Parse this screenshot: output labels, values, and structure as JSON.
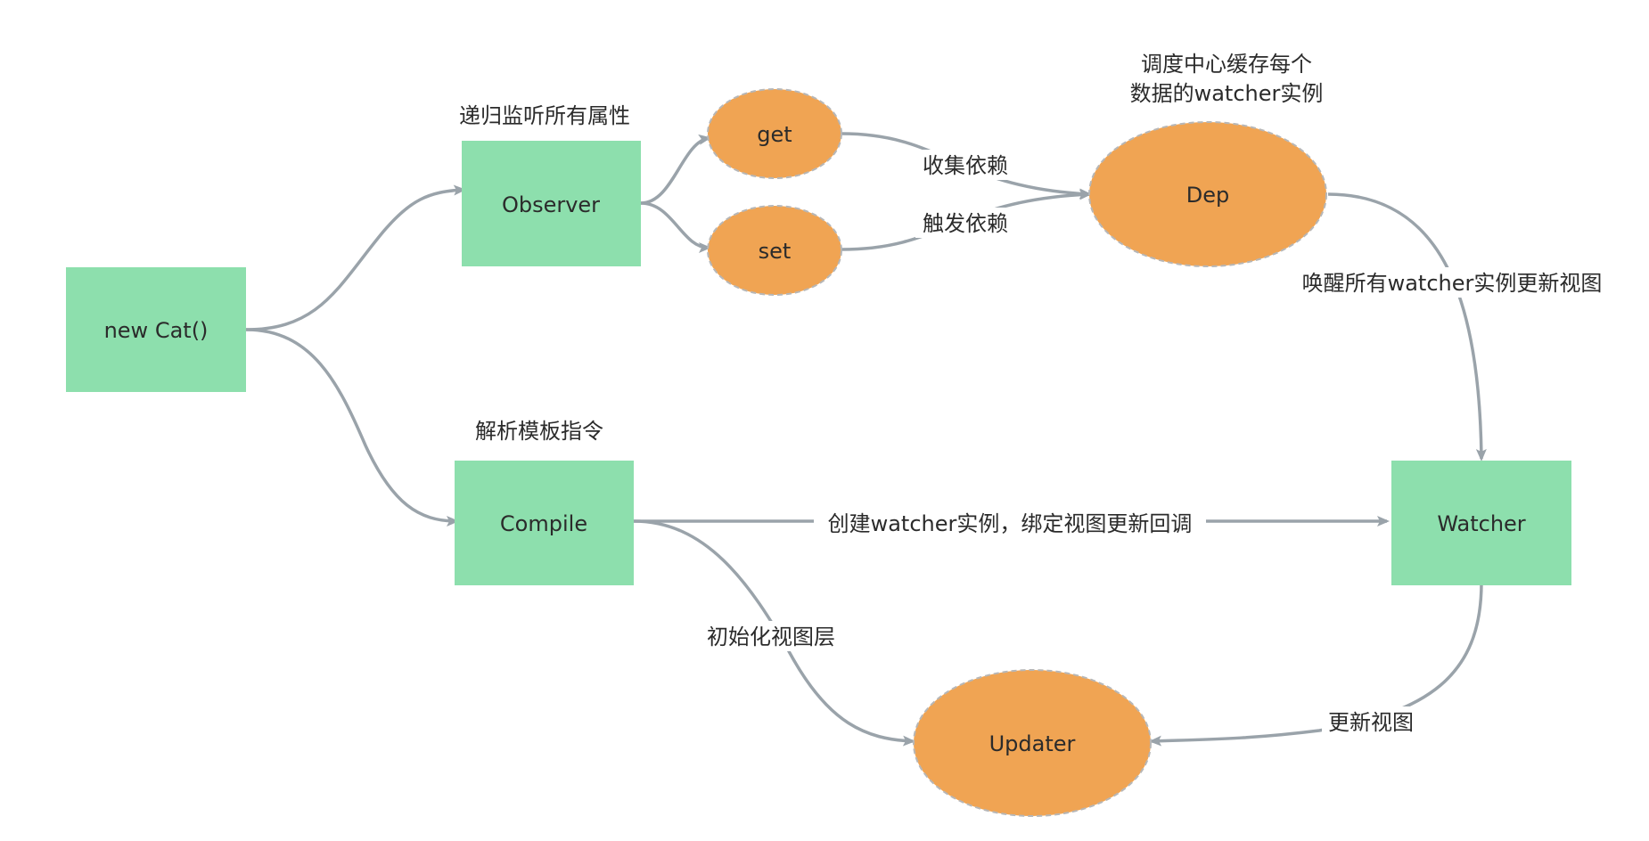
{
  "colors": {
    "rect_fill": "#8ddfad",
    "ellipse_fill": "#f0a453",
    "ellipse_border": "#b7b7b7",
    "edge": "#9aa3aa",
    "text": "#2b2b2b"
  },
  "nodes": {
    "new_cat": {
      "label": "new Cat()",
      "shape": "rectangle"
    },
    "observer": {
      "label": "Observer",
      "shape": "rectangle",
      "note": "递归监听所有属性"
    },
    "compile": {
      "label": "Compile",
      "shape": "rectangle",
      "note": "解析模板指令"
    },
    "get": {
      "label": "get",
      "shape": "ellipse"
    },
    "set": {
      "label": "set",
      "shape": "ellipse"
    },
    "dep": {
      "label": "Dep",
      "shape": "ellipse",
      "note_lines": [
        "调度中心缓存每个",
        "数据的watcher实例"
      ]
    },
    "watcher": {
      "label": "Watcher",
      "shape": "rectangle"
    },
    "updater": {
      "label": "Updater",
      "shape": "ellipse"
    }
  },
  "edges": {
    "newcat_observer": {
      "from": "new Cat()",
      "to": "Observer",
      "label": ""
    },
    "newcat_compile": {
      "from": "new Cat()",
      "to": "Compile",
      "label": ""
    },
    "observer_get": {
      "from": "Observer",
      "to": "get",
      "label": ""
    },
    "observer_set": {
      "from": "Observer",
      "to": "set",
      "label": ""
    },
    "get_dep": {
      "from": "get",
      "to": "Dep",
      "label": "收集依赖"
    },
    "set_dep": {
      "from": "set",
      "to": "Dep",
      "label": "触发依赖"
    },
    "dep_watcher": {
      "from": "Dep",
      "to": "Watcher",
      "label": "唤醒所有watcher实例更新视图"
    },
    "compile_watcher": {
      "from": "Compile",
      "to": "Watcher",
      "label": "创建watcher实例，绑定视图更新回调"
    },
    "compile_updater": {
      "from": "Compile",
      "to": "Updater",
      "label": "初始化视图层"
    },
    "watcher_updater": {
      "from": "Watcher",
      "to": "Updater",
      "label": "更新视图"
    }
  }
}
